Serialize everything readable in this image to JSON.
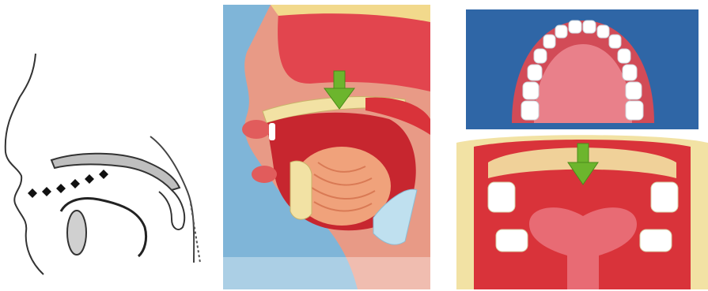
{
  "figure": {
    "panels": [
      {
        "id": "line-drawing-sagittal",
        "style": "sketch"
      },
      {
        "id": "colored-sagittal-section",
        "style": "illustration"
      },
      {
        "id": "palate-and-open-mouth-views",
        "style": "illustration"
      }
    ],
    "indicator": {
      "icon": "down-arrow-icon",
      "color": "#6cb52d"
    },
    "colors": {
      "background_blue": "#2f66a6",
      "tissue_red": "#d9333a",
      "gum_pink": "#e9808a",
      "bone_yellow": "#f2e2a4",
      "tooth_white": "#ffffff"
    }
  }
}
